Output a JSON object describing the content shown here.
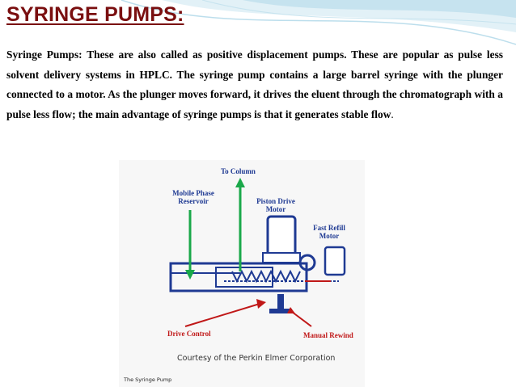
{
  "slide": {
    "title": "SYRINGE PUMPS:",
    "body": "Syringe Pumps: These are also called as positive displacement pumps. These are popular as pulse less solvent delivery systems in HPLC. The syringe pump contains a large barrel syringe with the plunger connected to a motor. As the plunger moves forward, it drives the eluent through the chromatograph with a pulse less flow; the main advantage of syringe pumps is that it generates stable flow",
    "body_end": "."
  },
  "figure": {
    "labels": {
      "to_column": "To Column",
      "mobile_phase_reservoir": "Mobile Phase Reservoir",
      "piston_drive_motor": "Piston Drive Motor",
      "fast_refill_motor": "Fast Refill Motor",
      "drive_control": "Drive Control",
      "manual_rewind": "Manual Rewind"
    },
    "courtesy": "Courtesy of the Perkin Elmer Corporation",
    "caption": "The Syringe Pump"
  },
  "colors": {
    "title": "#7a0f10",
    "diagram_outline": "#1f3a93",
    "arrow_green": "#1aa84a",
    "arrow_red": "#c01818",
    "header_wave": "#a9d6e8"
  }
}
